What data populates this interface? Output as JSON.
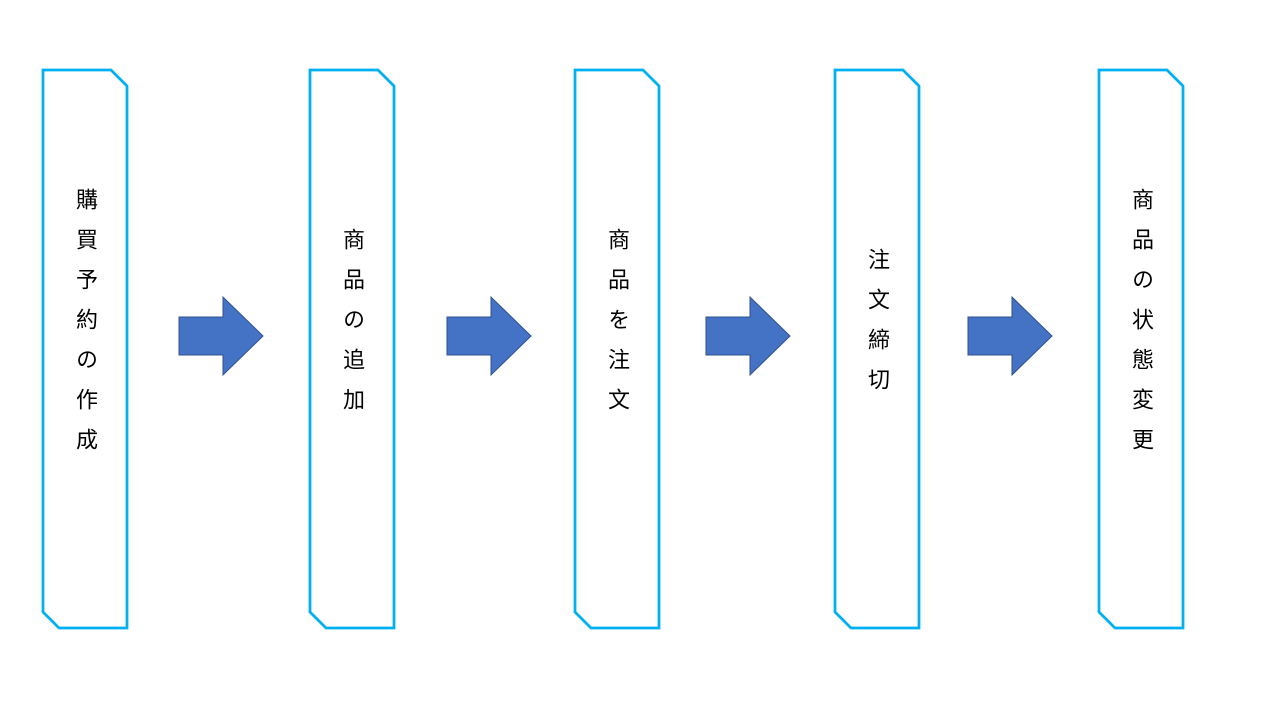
{
  "diagram": {
    "type": "process-flow",
    "direction": "left-to-right",
    "connector": "right-arrow",
    "steps": [
      {
        "label": "購買予約の作成"
      },
      {
        "label": "商品の追加"
      },
      {
        "label": "商品を注文"
      },
      {
        "label": "注文締切"
      },
      {
        "label": "商品の状態変更"
      }
    ]
  },
  "colors": {
    "background": "#FFFFFF",
    "box_border": "#00B0F0",
    "box_fill": "#FFFFFF",
    "arrow_fill": "#4472C4",
    "arrow_border": "#2F528F",
    "text": "#000000"
  }
}
